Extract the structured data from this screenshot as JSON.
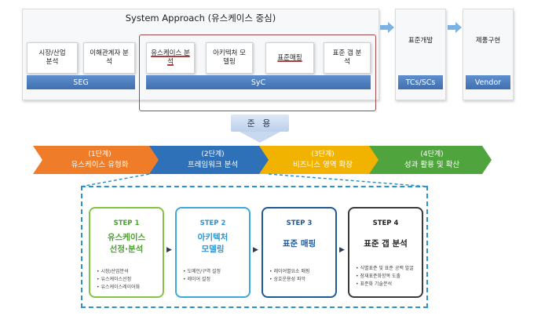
{
  "system": {
    "title": "System Approach (유스케이스 중심)",
    "seg_cards": [
      "시장/산업 분석",
      "이해관계자 분석"
    ],
    "syc_cards": [
      "유스케이스 분석",
      "아키텍처 모델링",
      "표준매핑",
      "표준 갭 분석"
    ],
    "seg_label": "SEG",
    "syc_label": "SyC",
    "tcs_title": "표준개발",
    "tcs_label": "TCs/SCs",
    "vendor_title": "제품구현",
    "vendor_label": "Vendor"
  },
  "apply_label": "준 용",
  "stages": [
    {
      "step": "(1단계)",
      "name": "유스케이스 유형화",
      "color": "#ef7c29"
    },
    {
      "step": "(2단계)",
      "name": "프레임워크 분석",
      "color": "#2f71b8"
    },
    {
      "step": "(3단계)",
      "name": "비즈니스 영역 확장",
      "color": "#f2b200"
    },
    {
      "step": "(4단계)",
      "name": "성과 활용 및 확산",
      "color": "#4fa43d"
    }
  ],
  "steps": [
    {
      "num": "STEP 1",
      "name": [
        "유스케이스",
        "선정·분석"
      ],
      "color": "#84c442",
      "text_color": "#4aa02c",
      "bullets": [
        "시장/산업분석",
        "유스케이스선정",
        "유스케이스레이어화"
      ]
    },
    {
      "num": "STEP 2",
      "name": [
        "아키텍처",
        "모델링"
      ],
      "color": "#3fa9dc",
      "text_color": "#2b95cf",
      "bullets": [
        "도메인/구역 설정",
        "레이어 설정"
      ]
    },
    {
      "num": "STEP 3",
      "name": [
        "표준 매핑"
      ],
      "color": "#1f5a98",
      "text_color": "#1f5a98",
      "bullets": [
        "레이어별요소 매핑",
        "상호운용성 파악"
      ]
    },
    {
      "num": "STEP 4",
      "name": [
        "표준 갭 분석"
      ],
      "color": "#3a3a3a",
      "text_color": "#222222",
      "bullets": [
        "식별표준 및 표준 공백 발굴",
        "잠재표준화항목 도출",
        "표준화 기술분석"
      ]
    }
  ]
}
